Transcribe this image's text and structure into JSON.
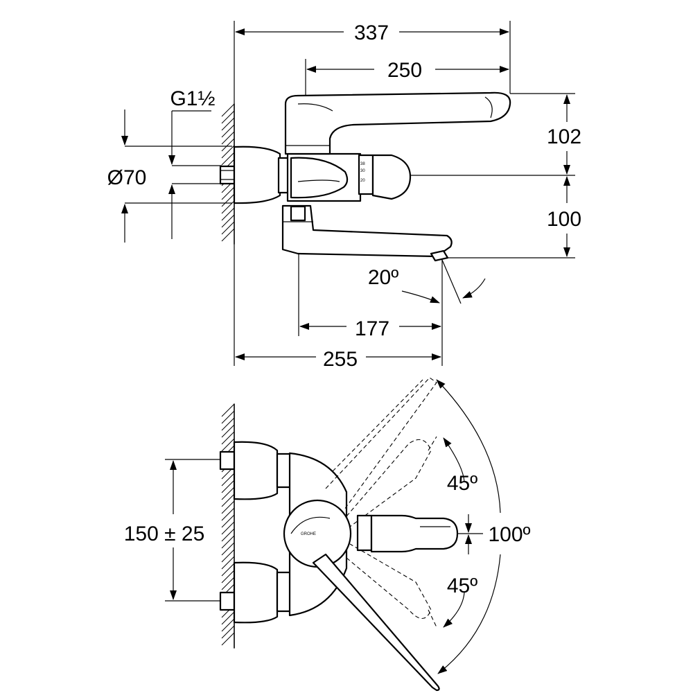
{
  "top_view": {
    "dim_overall_width": "337",
    "dim_lever_reach": "250",
    "dim_thread": "G1½",
    "dim_diameter": "Ø70",
    "dim_upper_height": "102",
    "dim_lower_height": "100",
    "dim_spout_angle": "20º",
    "dim_spout_reach": "177",
    "dim_projection": "255"
  },
  "plan_view": {
    "dim_centres": "150 ± 25",
    "dim_angle_upper": "45º",
    "dim_angle_total": "100º",
    "dim_angle_lower": "45º",
    "brand_mark": "GROHE"
  },
  "scale_marks": [
    "20",
    "30",
    "38"
  ]
}
